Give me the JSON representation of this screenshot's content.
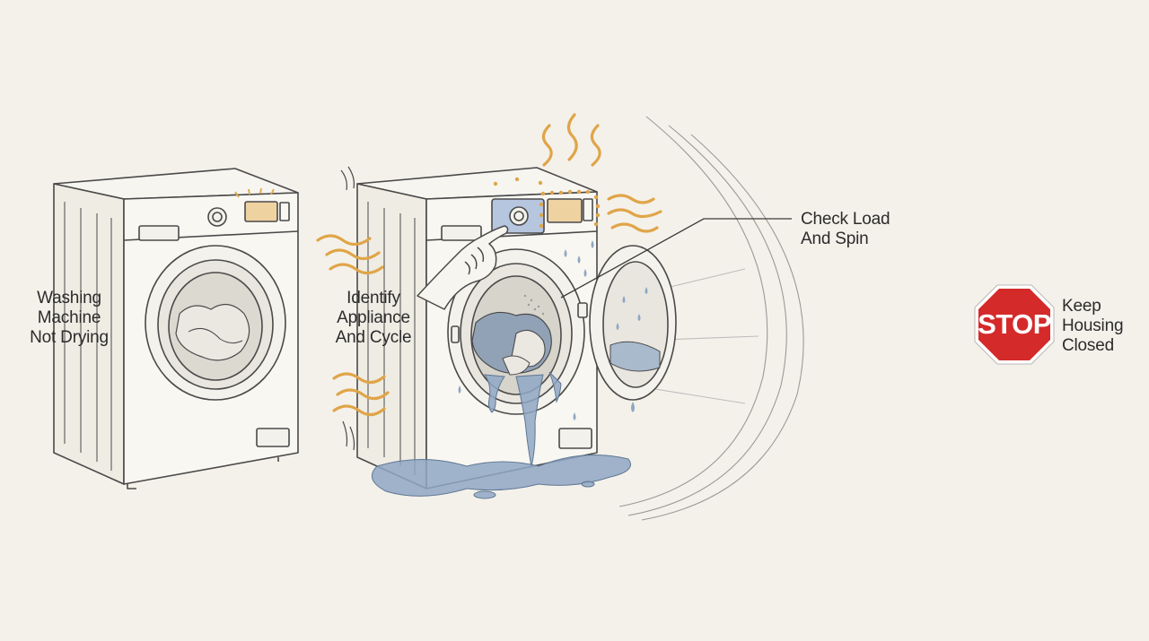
{
  "labels": {
    "not_drying": "Washing\nMachine\nNot Drying",
    "identify": "Identify\nAppliance\nAnd Cycle",
    "check": "Check Load\nAnd Spin",
    "keep": "Keep\nHousing\nClosed"
  },
  "stop_sign": {
    "text": "STOP",
    "color": "#d42a2a"
  },
  "colors": {
    "background": "#f4f1ea",
    "line": "#4a4a4a",
    "heat": "#e0a548",
    "water": "#8fa7c4",
    "panel_highlight": "#9fb6d8"
  }
}
